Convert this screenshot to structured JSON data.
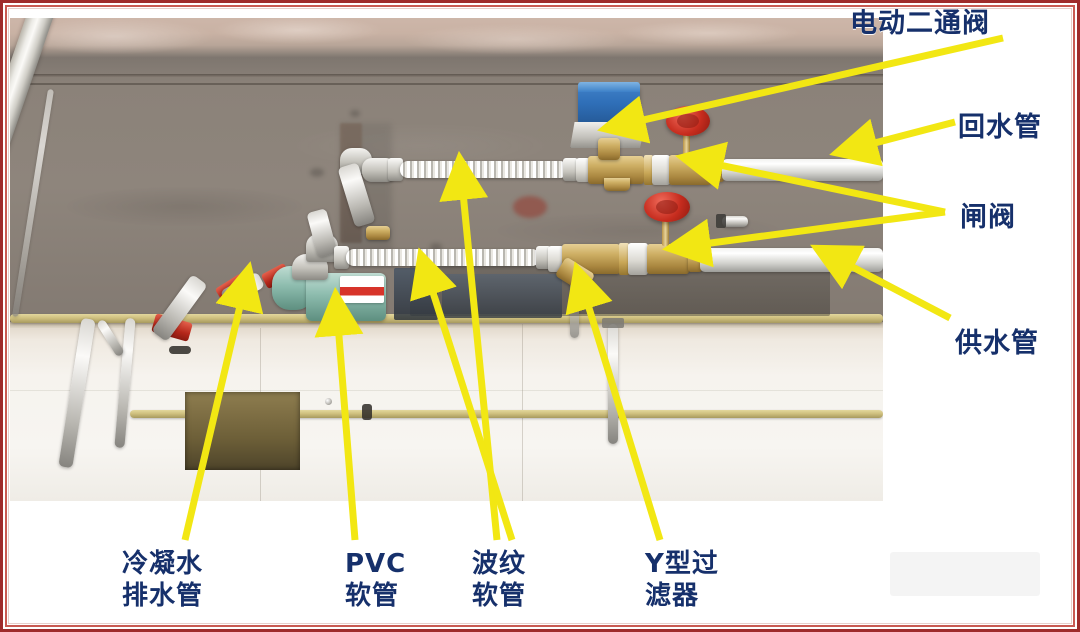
{
  "figure": {
    "kind": "annotated-photograph",
    "subject": "fan-coil unit water piping connection detail",
    "frame_color": "#9e2b2b",
    "label_color": "#16306b",
    "arrow_color": "#f2e713"
  },
  "labels": {
    "electric_two_way_valve": "电动二通阀",
    "return_water_pipe": "回水管",
    "gate_valve": "闸阀",
    "supply_water_pipe": "供水管",
    "condensate_drain_pipe": "冷凝水\n排水管",
    "pvc_hose": "PVC\n软管",
    "corrugated_hose": "波纹\n软管",
    "y_strainer": "Y型过\n滤器"
  },
  "callouts": [
    {
      "id": "electric-two-way-valve",
      "label": "电动二通阀",
      "side": "top-right",
      "arrow_count": 1
    },
    {
      "id": "return-water-pipe",
      "label": "回水管",
      "side": "right",
      "arrow_count": 1
    },
    {
      "id": "gate-valve",
      "label": "闸阀",
      "side": "right",
      "arrow_count": 2
    },
    {
      "id": "supply-water-pipe",
      "label": "供水管",
      "side": "right",
      "arrow_count": 1
    },
    {
      "id": "condensate-drain-pipe",
      "label": "冷凝水\n排水管",
      "side": "bottom",
      "arrow_count": 1
    },
    {
      "id": "pvc-hose",
      "label": "PVC\n软管",
      "side": "bottom",
      "arrow_count": 1
    },
    {
      "id": "corrugated-hose",
      "label": "波纹\n软管",
      "side": "bottom",
      "arrow_count": 2
    },
    {
      "id": "y-strainer",
      "label": "Y型过\n滤器",
      "side": "bottom",
      "arrow_count": 1
    }
  ]
}
